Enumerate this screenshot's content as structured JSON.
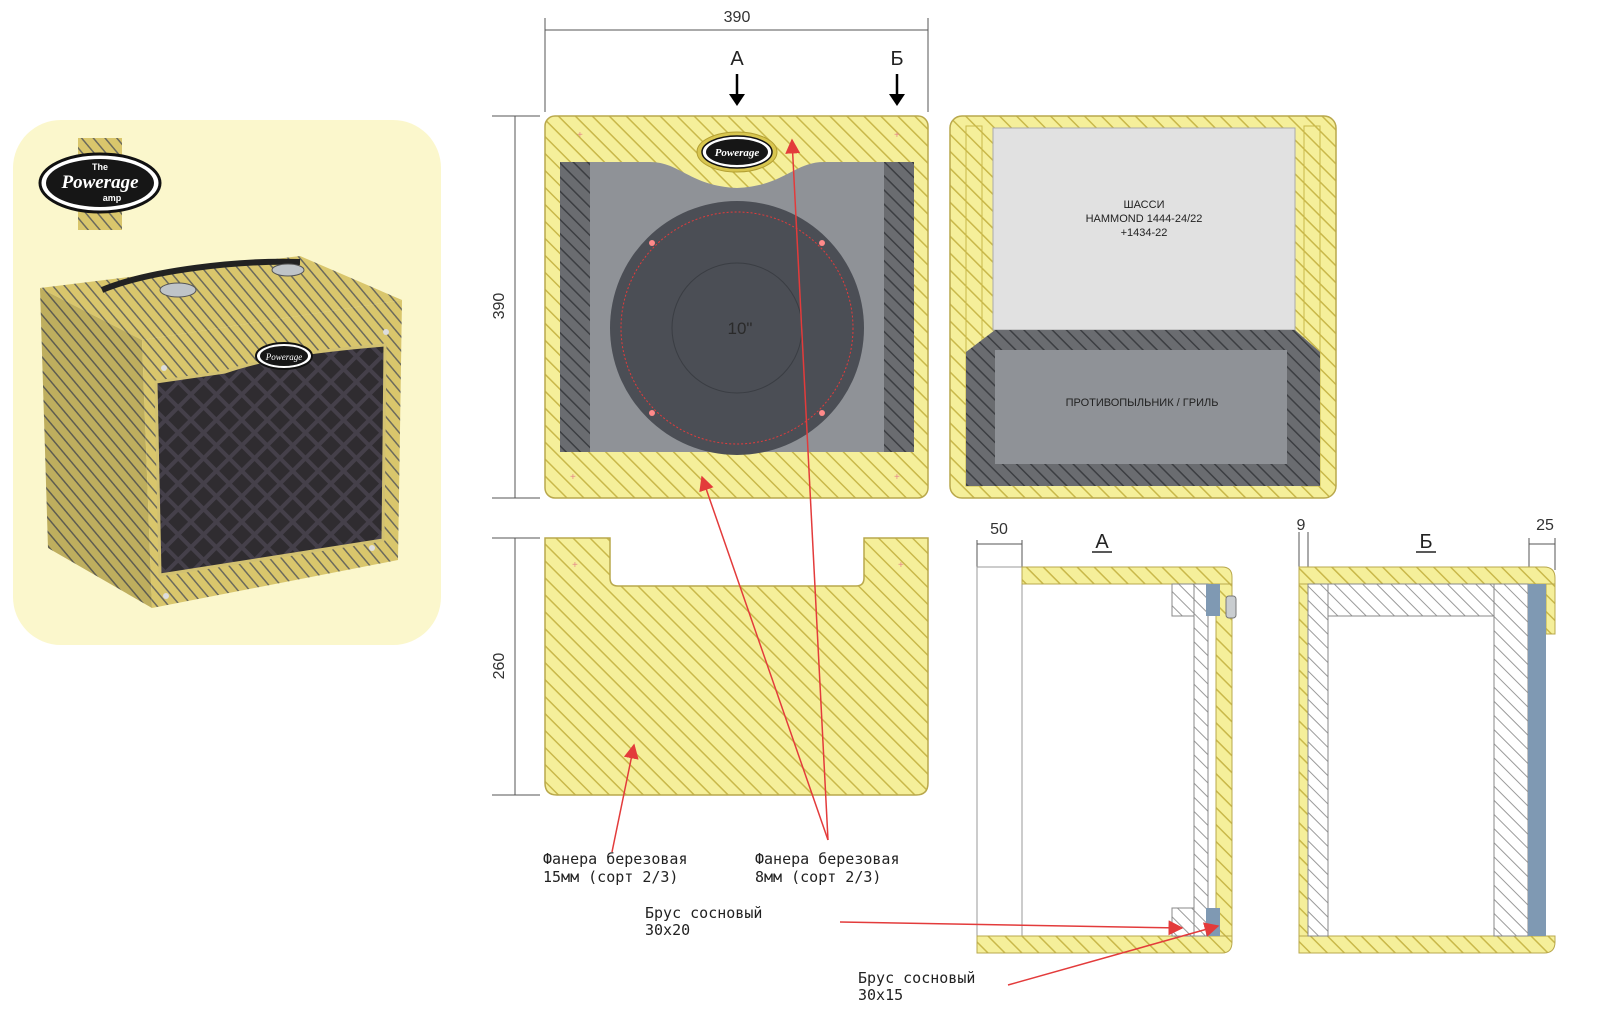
{
  "logo": {
    "line1": "The",
    "line2": "Powerage",
    "line3": "amp"
  },
  "dimensions": {
    "width_top": "390",
    "height_front": "390",
    "height_top_view": "260",
    "depth_a": "50",
    "thickness_b1": "9",
    "thickness_b2": "25"
  },
  "sections": {
    "a": "А",
    "b": "Б"
  },
  "speaker": {
    "size": "10\""
  },
  "chassis": {
    "line1": "ШАССИ",
    "line2": "HAMMOND 1444-24/22",
    "line3": "+1434-22"
  },
  "grill": {
    "label": "ПРОТИВОПЫЛЬНИК / ГРИЛЬ"
  },
  "callouts": [
    {
      "line1": "Фанера березовая",
      "line2": "15мм (сорт 2/3)"
    },
    {
      "line1": "Фанера березовая",
      "line2": "8мм (сорт 2/3)"
    },
    {
      "line1": "Брус сосновый",
      "line2": "30х20"
    },
    {
      "line1": "Брус сосновый",
      "line2": "30х15"
    }
  ],
  "colors": {
    "wood": "#f5ef9a",
    "hatch": "#c9b84a",
    "grill_dark": "#4b4e55",
    "grill_panel": "#8f9297",
    "accent_red": "#e33b3b",
    "blue_strip": "#7f99b3"
  }
}
